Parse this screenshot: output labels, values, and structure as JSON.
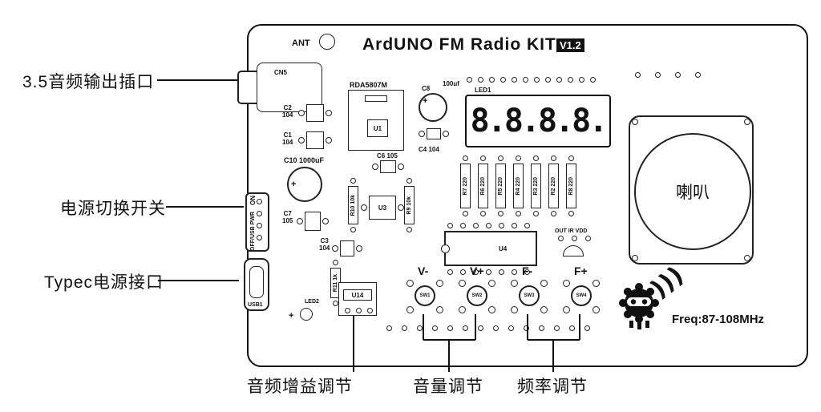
{
  "header": {
    "ant": "ANT",
    "title": "ArdUNO FM Radio KIT",
    "version": "V1.2"
  },
  "callouts": {
    "left": [
      {
        "label": "3.5音频输出插口"
      },
      {
        "label": "电源切换开关"
      },
      {
        "label": "Typec电源接口"
      }
    ],
    "bottom": [
      {
        "label": "音频增益调节"
      },
      {
        "label": "音量调节"
      },
      {
        "label": "频率调节"
      }
    ]
  },
  "board": {
    "cn5": "CN5",
    "c2": {
      "ref": "C2",
      "val": "104"
    },
    "c1": {
      "ref": "C1",
      "val": "104"
    },
    "rda": {
      "ref": "RDA5807M",
      "u1": "U1"
    },
    "c8": {
      "ref": "C8",
      "val": "100uf"
    },
    "c4": "C4 104",
    "c6": "C6 105",
    "led1": {
      "ref": "LED1",
      "digits": "8.8.8.8."
    },
    "c10": "C10 1000uF",
    "r10": "R10 10k",
    "u3": "U3",
    "r9": "R9 10k",
    "bank": [
      "R7 220",
      "R6 220",
      "R5 220",
      "R4 220",
      "R3 220",
      "R2 220",
      "R8 220"
    ],
    "c7": {
      "ref": "C7",
      "val": "105"
    },
    "c3": {
      "ref": "C3",
      "val": "104"
    },
    "u4": "U4",
    "ir": "OUT IR VDD",
    "r11": "R11 1k",
    "u14": "U14",
    "led2": "LED2",
    "sw": {
      "on": "ON",
      "off": "OFF/USB PWR"
    },
    "usb1": "USB1",
    "speaker": "喇叭",
    "buttons": [
      {
        "ref": "SW1",
        "label": "V-"
      },
      {
        "ref": "SW2",
        "label": "V+"
      },
      {
        "ref": "SW3",
        "label": "F-"
      },
      {
        "ref": "SW4",
        "label": "F+"
      }
    ],
    "freq": "Freq:87-108MHz"
  }
}
